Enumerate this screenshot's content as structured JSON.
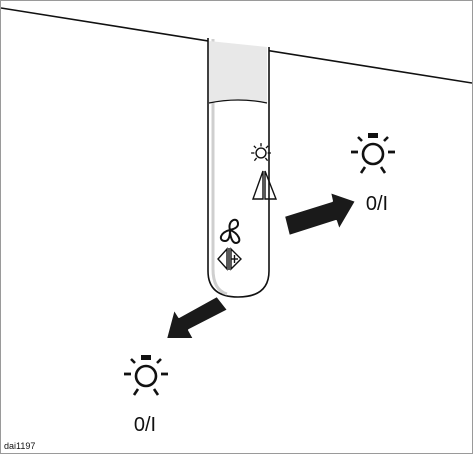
{
  "figure": {
    "ref_code": "dai1197",
    "upper_callout": {
      "label": "0/I",
      "icon": "light-bulb-icon"
    },
    "lower_callout": {
      "label": "0/I",
      "icon": "light-bulb-icon"
    },
    "control_rod": {
      "upper_icons": [
        "light-bulb-icon",
        "right-arrow-triangle-icon"
      ],
      "lower_icons": [
        "fan-icon",
        "left-right-plus-icon"
      ]
    },
    "arrows": [
      "push-arrow-icon",
      "pull-arrow-icon"
    ],
    "colors": {
      "stroke": "#111111",
      "arrow": "#111111",
      "frame": "#9a9a9a"
    }
  }
}
